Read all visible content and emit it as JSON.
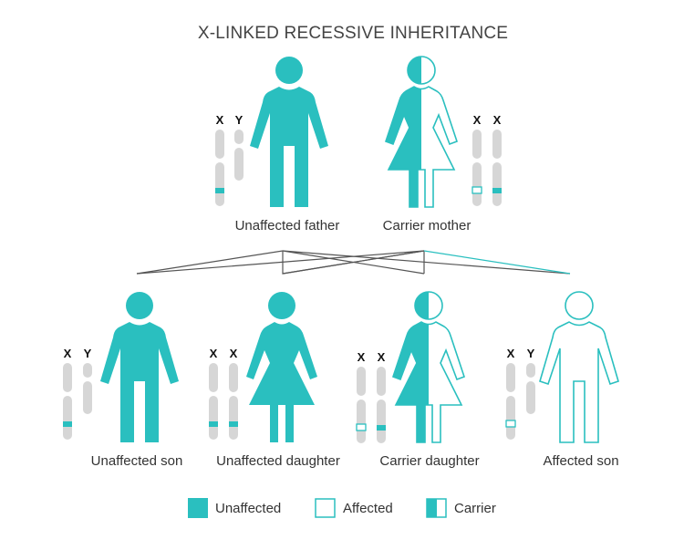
{
  "title": "X-LINKED RECESSIVE INHERITANCE",
  "colors": {
    "teal": "#2abfbf",
    "chromosome": "#d6d6d6",
    "line_dark": "#555555",
    "line_teal": "#2abfbf",
    "text": "#333333"
  },
  "parents": [
    {
      "id": "father",
      "label": "Unaffected father",
      "sex": "male",
      "status": "unaffected",
      "chromosomes": [
        {
          "letter": "X",
          "marker": "filled"
        },
        {
          "letter": "Y",
          "marker": "none"
        }
      ]
    },
    {
      "id": "mother",
      "label": "Carrier mother",
      "sex": "female",
      "status": "carrier",
      "chromosomes": [
        {
          "letter": "X",
          "marker": "open"
        },
        {
          "letter": "X",
          "marker": "filled"
        }
      ]
    }
  ],
  "children": [
    {
      "id": "son1",
      "label": "Unaffected son",
      "sex": "male",
      "status": "unaffected",
      "chromosomes": [
        {
          "letter": "X",
          "marker": "filled"
        },
        {
          "letter": "Y",
          "marker": "none"
        }
      ]
    },
    {
      "id": "daughter1",
      "label": "Unaffected daughter",
      "sex": "female",
      "status": "unaffected",
      "chromosomes": [
        {
          "letter": "X",
          "marker": "filled"
        },
        {
          "letter": "X",
          "marker": "filled"
        }
      ]
    },
    {
      "id": "daughter2",
      "label": "Carrier daughter",
      "sex": "female",
      "status": "carrier",
      "chromosomes": [
        {
          "letter": "X",
          "marker": "open"
        },
        {
          "letter": "X",
          "marker": "filled"
        }
      ]
    },
    {
      "id": "son2",
      "label": "Affected son",
      "sex": "male",
      "status": "affected",
      "chromosomes": [
        {
          "letter": "X",
          "marker": "open"
        },
        {
          "letter": "Y",
          "marker": "none"
        }
      ]
    }
  ],
  "legend": [
    {
      "label": "Unaffected",
      "style": "filled"
    },
    {
      "label": "Affected",
      "style": "outline"
    },
    {
      "label": "Carrier",
      "style": "half"
    }
  ]
}
